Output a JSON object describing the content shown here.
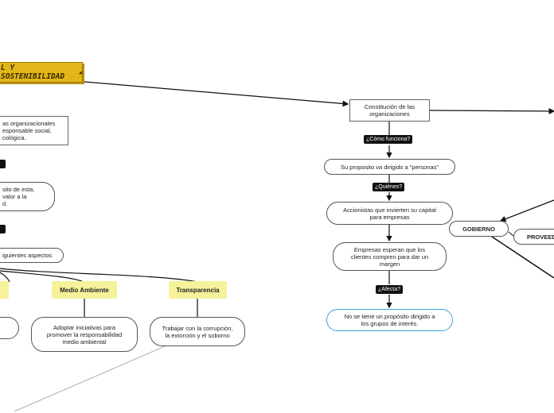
{
  "title": "L Y SOSTENIBILIDAD",
  "left": {
    "box1": "as organizacionales\nesponsable social,\ncológica.",
    "box2": "sito de esta,\nvalor a la\nd.",
    "box3": "iguientes aspectos",
    "cat_medio": "Medio Ambiente",
    "cat_transparencia": "Transparencia",
    "medio_text": "Adoptar iniciativas para promover la responsabilidad medio ambiental",
    "transp_text": "Trabajar con la corrupción, la extorción y el soborno"
  },
  "center": {
    "constitucion": "Constitución de las organizaciones",
    "tag_como": "¿Cómo funciona?",
    "proposito": "Su proposito va dirigido a \"personas\"",
    "tag_quienes": "¿Quiénes?",
    "accionistas": "Accionistas que invierten su capital para empresas",
    "empresas": "Empresas esperan que los clientes compren para dar un margen",
    "tag_afecta": "¿Afecta?",
    "no_proposito": "No se tiene un propósito dirigido a los grupos de interés."
  },
  "right": {
    "gobierno": "GOBIERNO",
    "proveedores": "PROVEED"
  },
  "colors": {
    "title_bg": "#e2b619",
    "category_bg": "#f6f29b",
    "tag_bg": "#111111",
    "highlight_border": "#3aa3d6"
  }
}
